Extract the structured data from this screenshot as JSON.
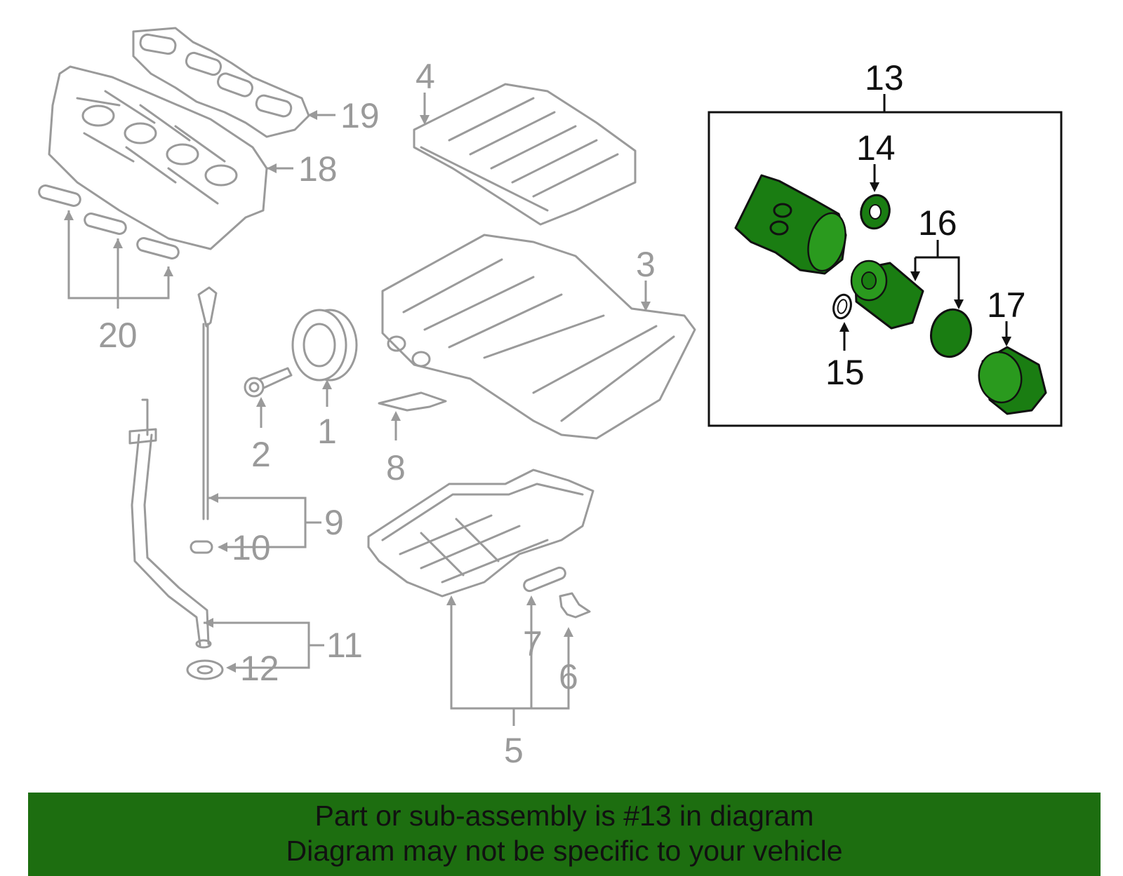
{
  "labels": {
    "p1": "1",
    "p2": "2",
    "p3": "3",
    "p4": "4",
    "p5": "5",
    "p6": "6",
    "p7": "7",
    "p8": "8",
    "p9": "9",
    "p10": "10",
    "p11": "11",
    "p12": "12",
    "p13": "13",
    "p14": "14",
    "p15": "15",
    "p16": "16",
    "p17": "17",
    "p18": "18",
    "p19": "19",
    "p20": "20"
  },
  "highlight": {
    "color": "#1a7d12"
  },
  "banner": {
    "line1": "Part or sub-assembly is #13 in diagram",
    "line2": "Diagram may not be specific to your vehicle",
    "color": "#1d6e10"
  }
}
